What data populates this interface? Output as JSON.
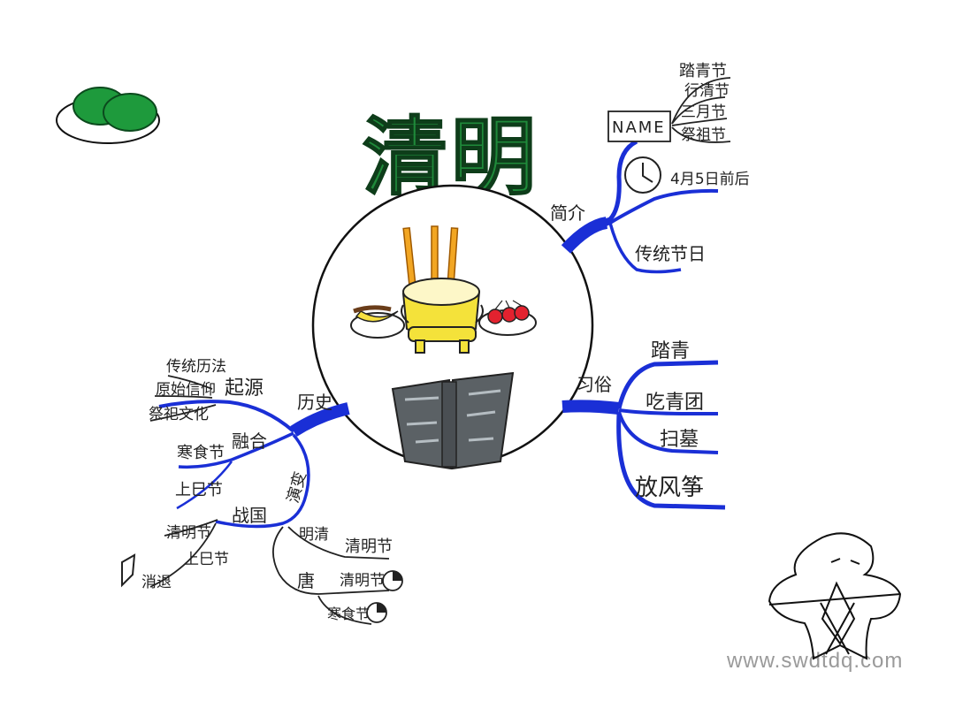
{
  "title": "清明",
  "watermark": "www.swdtdq.com",
  "branches": {
    "top_right": {
      "label": "简介",
      "name_box": "NAME",
      "names": [
        "踏青节",
        "行清节",
        "三月节",
        "祭祖节"
      ],
      "date": "4月5日前后",
      "tradition": "传统节日"
    },
    "right": {
      "label": "习俗",
      "items": [
        "踏青",
        "吃青团",
        "扫墓",
        "放风筝"
      ]
    },
    "left": {
      "label": "历史",
      "origin_label": "起源",
      "origin_items": [
        "传统历法",
        "原始信仰",
        "祭祀文化"
      ],
      "merge_label": "融合",
      "merge_items": [
        "寒食节",
        "上巳节"
      ],
      "evolve_label": "演变",
      "warring_label": "战国",
      "warring_items": [
        "清明节",
        "上巳节"
      ],
      "fade_label": "消退",
      "ming_label": "明清",
      "ming_item": "清明节",
      "tang_label": "唐",
      "tang_item": "清明节",
      "tang_item2": "寒食节"
    }
  },
  "colors": {
    "branch_blue": "#1a2fd6",
    "title_green": "#1f8a3a",
    "qingtuan": "#1e9a3c",
    "incense_yellow": "#f4e23a",
    "stick_orange": "#f2a623",
    "book_gray": "#5b6165",
    "cherry_red": "#e3222f"
  }
}
